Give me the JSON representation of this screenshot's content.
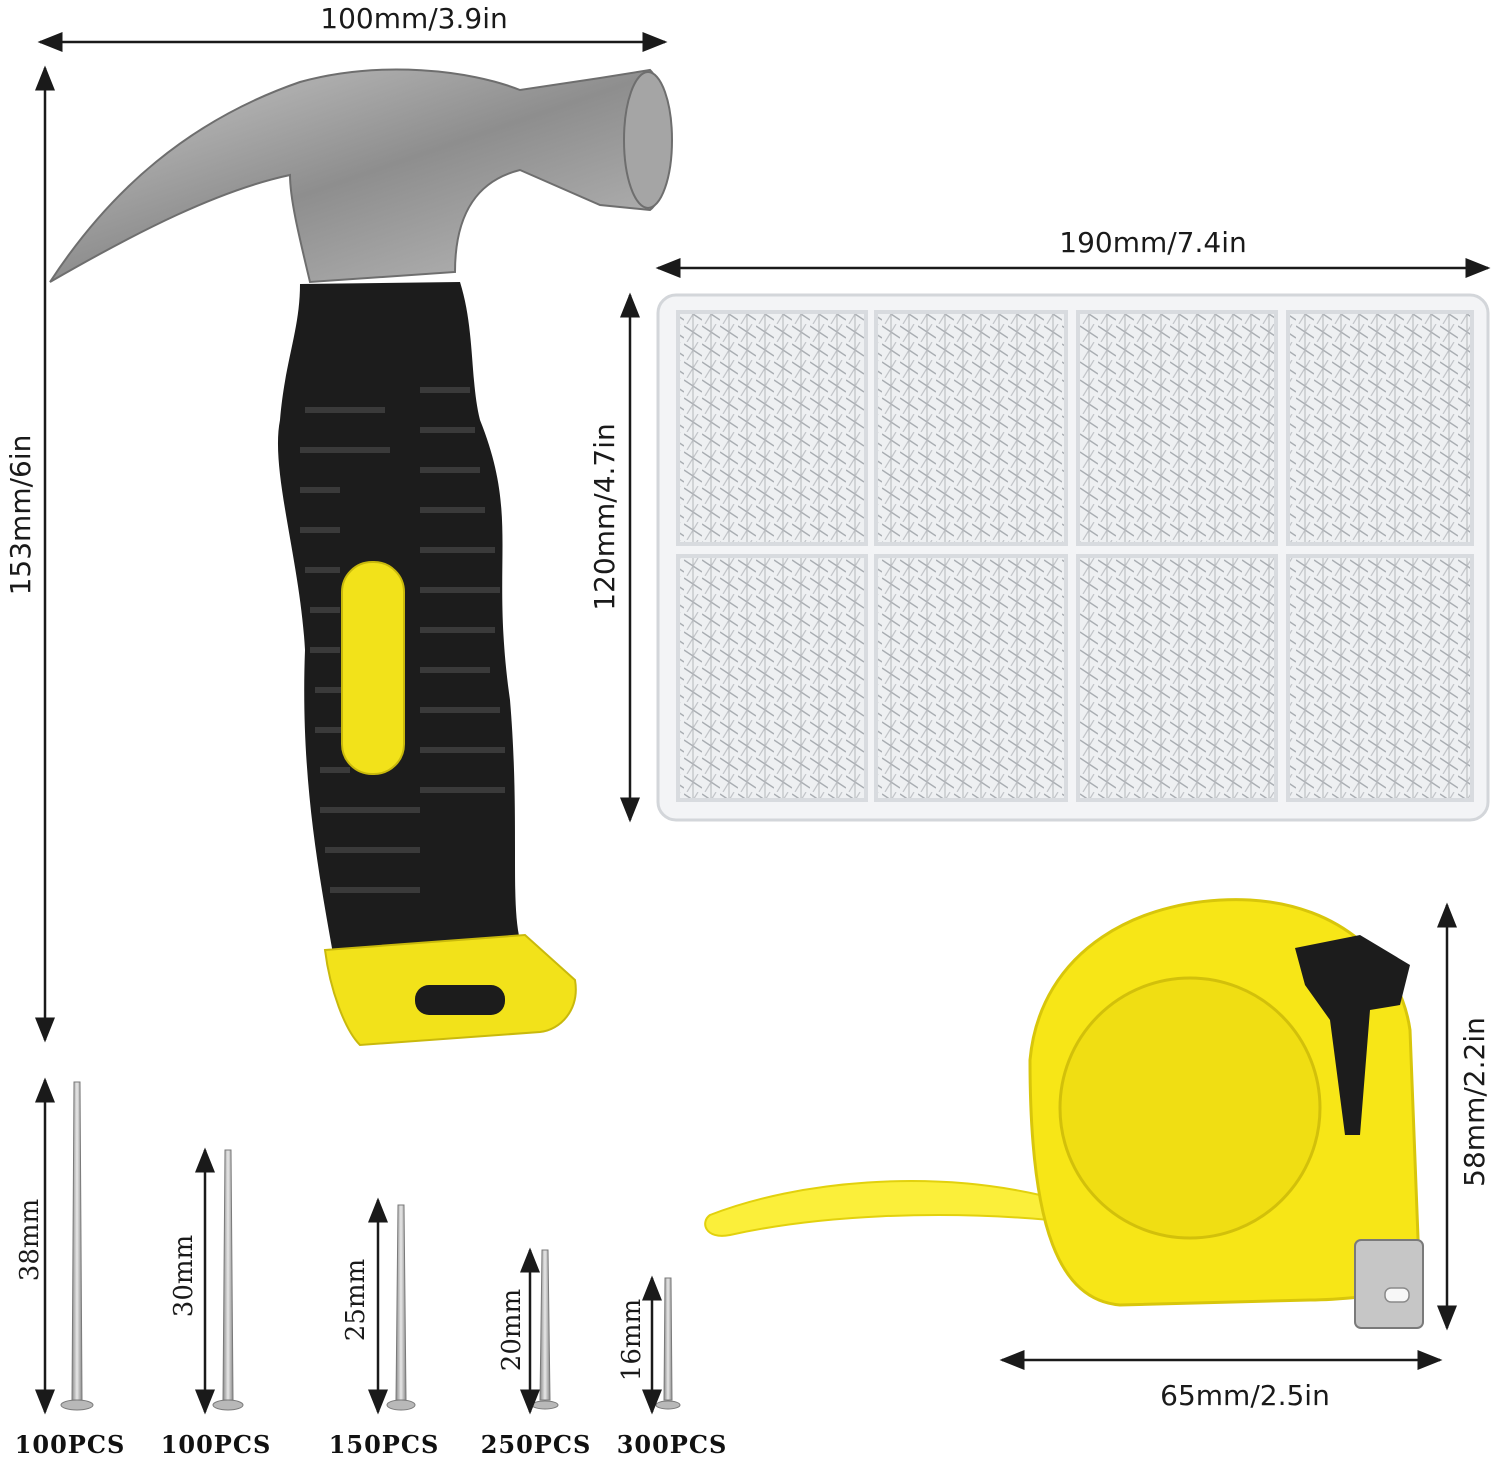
{
  "dimensions": {
    "hammer_width": "100mm/3.9in",
    "hammer_height": "153mm/6in",
    "box_width": "190mm/7.4in",
    "box_height": "120mm/4.7in",
    "tape_height": "58mm/2.2in",
    "tape_width": "65mm/2.5in"
  },
  "nails": [
    {
      "length": "38mm",
      "count": "100PCS"
    },
    {
      "length": "30mm",
      "count": "100PCS"
    },
    {
      "length": "25mm",
      "count": "150PCS"
    },
    {
      "length": "20mm",
      "count": "250PCS"
    },
    {
      "length": "16mm",
      "count": "300PCS"
    }
  ],
  "colors": {
    "accent_yellow": "#f2e21a",
    "grip_black": "#1c1c1c",
    "steel": "#9a9a9a",
    "box_plastic": "#f3f4f6"
  }
}
